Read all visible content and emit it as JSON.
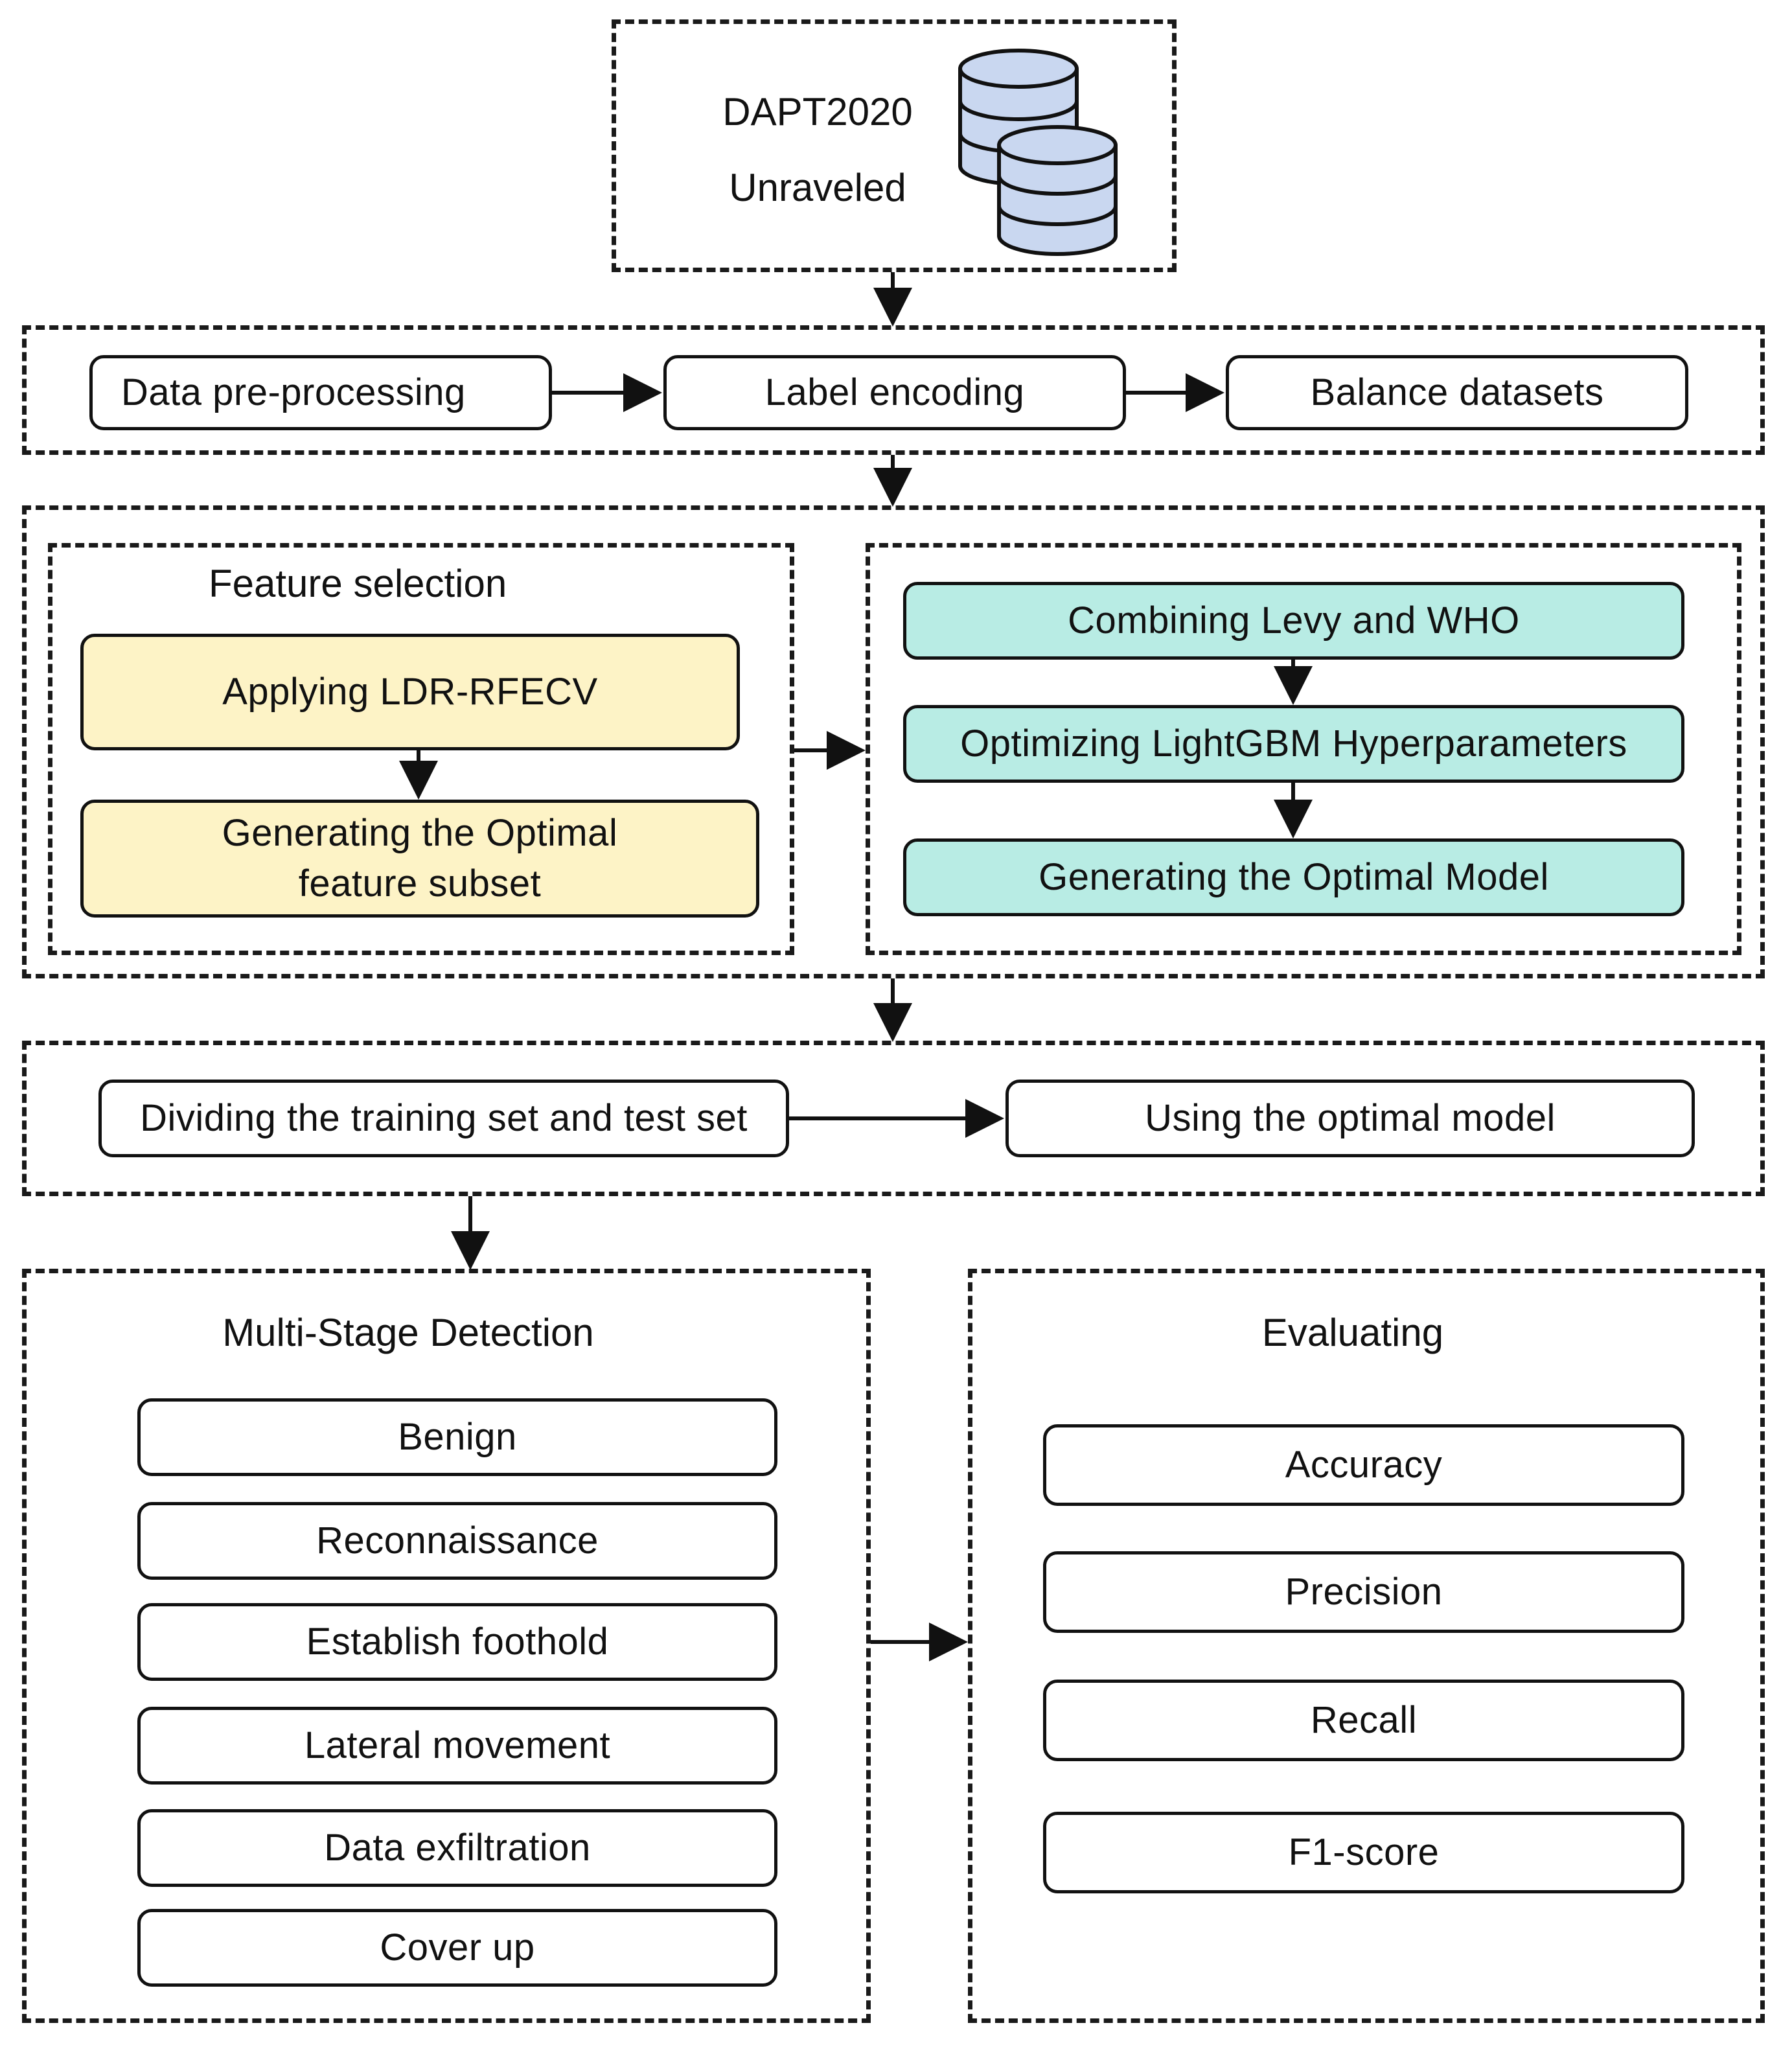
{
  "dataset": {
    "name": "DAPT2020",
    "subtitle": "Unraveled",
    "icon": "database-icon"
  },
  "preprocessing": {
    "steps": [
      "Data pre-processing",
      "Label encoding",
      "Balance datasets"
    ]
  },
  "feature_selection": {
    "title": "Feature selection",
    "step1": "Applying LDR-RFECV",
    "step2": "Generating the Optimal feature subset"
  },
  "optimization": {
    "step1": "Combining Levy and WHO",
    "step2": "Optimizing LightGBM Hyperparameters",
    "step3": "Generating the Optimal Model"
  },
  "training": {
    "step1": "Dividing the training set and test set",
    "step2": "Using the optimal model"
  },
  "detection": {
    "title": "Multi-Stage Detection",
    "stages": [
      "Benign",
      "Reconnaissance",
      "Establish foothold",
      "Lateral movement",
      "Data exfiltration",
      "Cover up"
    ]
  },
  "evaluation": {
    "title": "Evaluating",
    "metrics": [
      "Accuracy",
      "Precision",
      "Recall",
      "F1-score"
    ]
  },
  "colors": {
    "feature_fill": "#fdf3c6",
    "optimization_fill": "#b8ece4",
    "database_fill": "#c9d7f0",
    "stroke": "#111111"
  }
}
